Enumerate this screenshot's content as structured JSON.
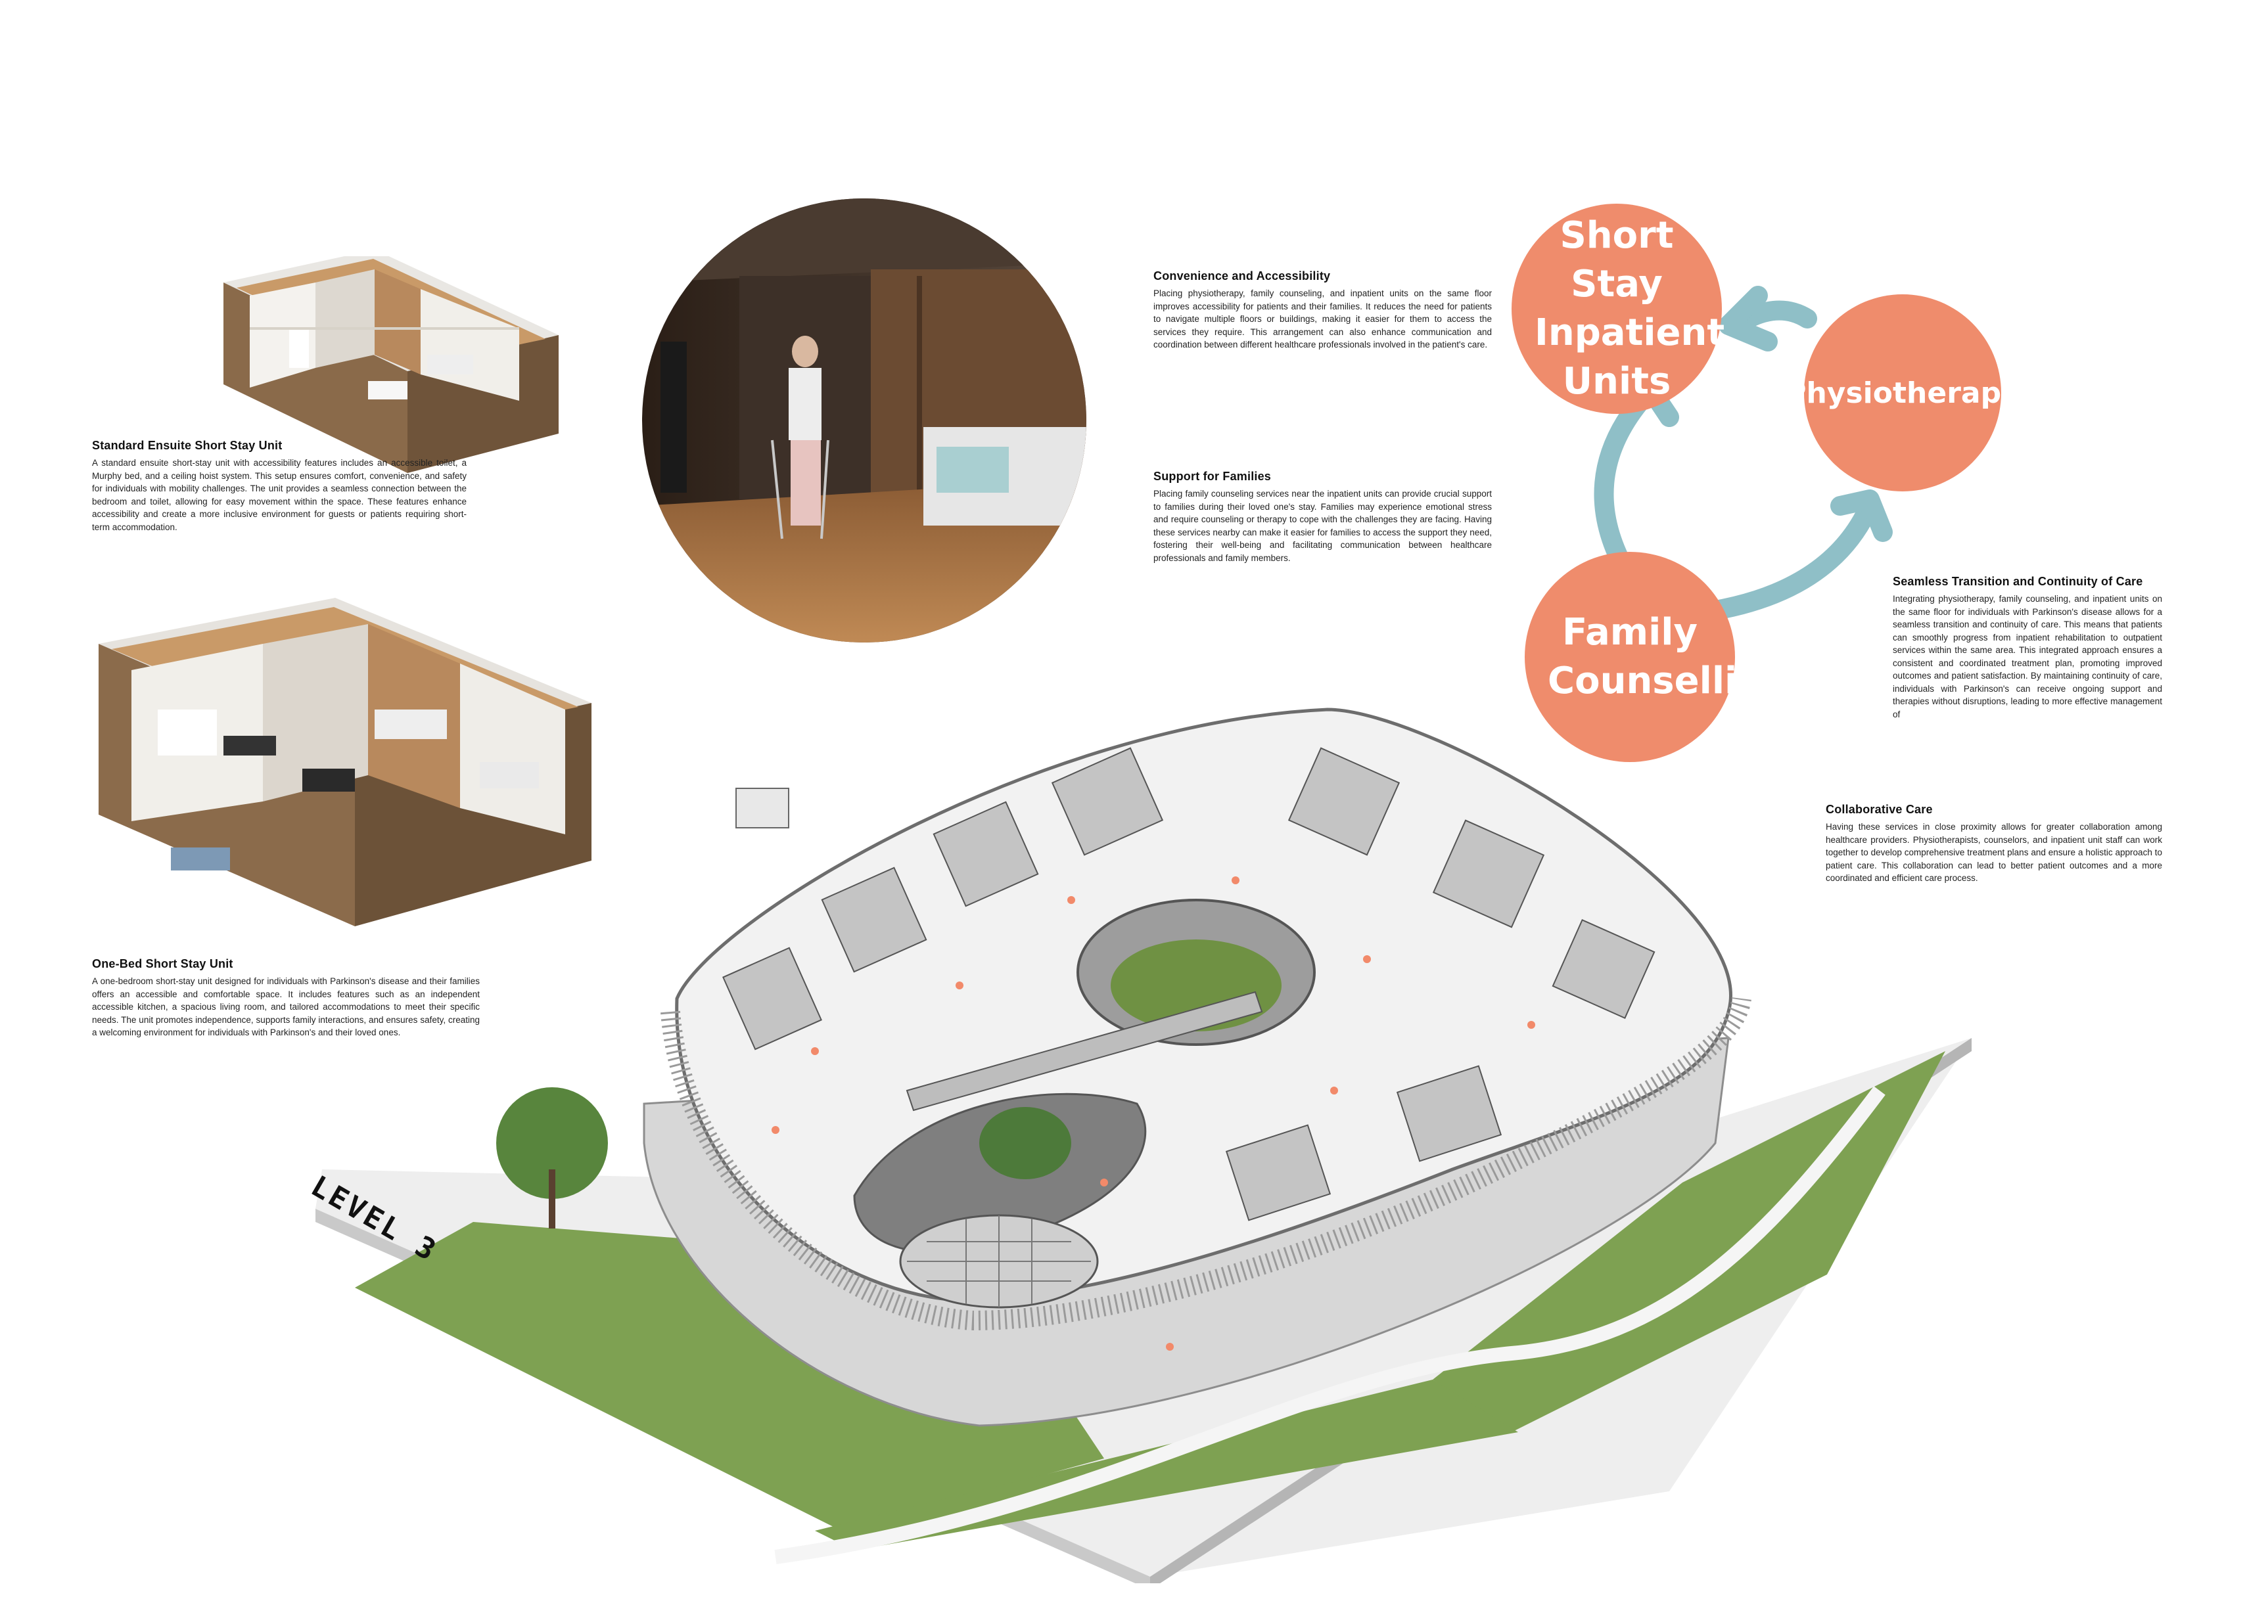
{
  "units": {
    "standard": {
      "title": "Standard Ensuite Short Stay Unit",
      "body": "A standard ensuite short-stay unit with accessibility features includes an accessible toilet, a Murphy bed, and a ceiling hoist system. This setup ensures comfort, convenience, and safety for individuals with mobility challenges. The unit provides a seamless connection between the bedroom and toilet, allowing for easy movement within the space. These features enhance accessibility and create a more inclusive environment for guests or patients requiring short-term accommodation."
    },
    "one_bed": {
      "title": "One-Bed Short Stay Unit",
      "body": "A one-bedroom short-stay unit designed for individuals with Parkinson's disease and their families offers an accessible and comfortable space. It includes features such as an independent accessible kitchen, a spacious living room, and tailored accommodations to meet their specific needs. The unit promotes independence, supports family interactions, and ensures safety, creating a welcoming environment for individuals with Parkinson's and their loved ones."
    }
  },
  "sections": {
    "convenience": {
      "title": "Convenience and Accessibility",
      "body": "Placing physiotherapy, family counseling, and inpatient units on the same floor improves accessibility for patients and their families. It reduces the need for patients to navigate multiple floors or buildings, making it easier for them to access the services they require. This arrangement can also enhance communication and coordination between different healthcare professionals involved in the patient's care."
    },
    "support": {
      "title": "Support for Families",
      "body": "Placing family counseling services near the inpatient units can provide crucial support to families during their loved one's stay. Families may experience emotional stress and require counseling or therapy to cope with the challenges they are facing. Having these services nearby can make it easier for families to access the support they need, fostering their well-being and facilitating communication between healthcare professionals and family members."
    },
    "seamless": {
      "title": "Seamless Transition and Continuity of Care",
      "body": "Integrating physiotherapy, family counseling, and inpatient units on the same floor for individuals with Parkinson's disease allows for a seamless transition and continuity of care. This means that patients can smoothly progress from inpatient rehabilitation to outpatient services within the same area. This integrated approach ensures a consistent and coordinated treatment plan, promoting improved outcomes and patient satisfaction. By maintaining continuity of care, individuals with Parkinson's can receive ongoing support and therapies without disruptions, leading to more effective management of"
    },
    "collaborative": {
      "title": "Collaborative Care",
      "body": "Having these services in close proximity allows for greater collaboration among healthcare providers. Physiotherapists, counselors, and inpatient unit staff can work together to develop comprehensive treatment plans and ensure a holistic approach to patient care. This collaboration can lead to better patient outcomes and a more coordinated and efficient care process."
    }
  },
  "cycle": {
    "node_inpatient": "Short Stay Inpatient Units",
    "node_physio": "Physiotherapy",
    "node_family": "Family Counselling",
    "node_color": "#ef8c6c",
    "arrow_color": "#8fbfc7"
  },
  "plan": {
    "level_label": "LEVEL 3",
    "grass_color": "#7ea152",
    "figure_color": "#f28a6a"
  }
}
